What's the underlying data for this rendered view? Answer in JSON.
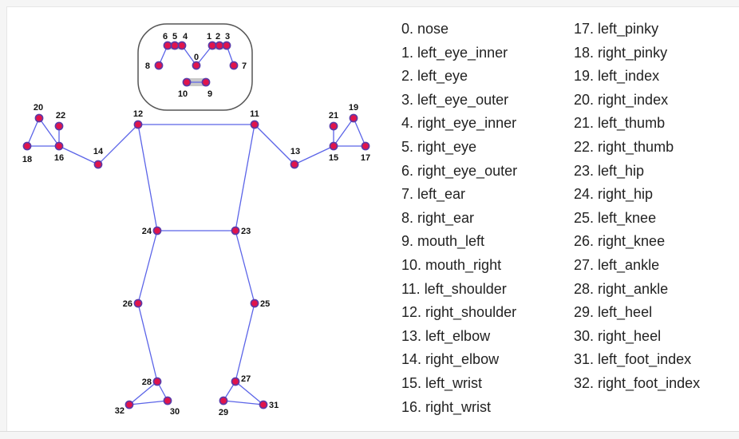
{
  "diagram": {
    "colors": {
      "bone": "#5b64e8",
      "keypoint_fill": "#e0144c",
      "keypoint_ring": "#5a3aa8",
      "face_box_stroke": "#555555",
      "mouth_fill": "#c8c8c8"
    },
    "keypoints": [
      {
        "id": 0,
        "label": "0"
      },
      {
        "id": 1,
        "label": "1"
      },
      {
        "id": 2,
        "label": "2"
      },
      {
        "id": 3,
        "label": "3"
      },
      {
        "id": 4,
        "label": "4"
      },
      {
        "id": 5,
        "label": "5"
      },
      {
        "id": 6,
        "label": "6"
      },
      {
        "id": 7,
        "label": "7"
      },
      {
        "id": 8,
        "label": "8"
      },
      {
        "id": 9,
        "label": "9"
      },
      {
        "id": 10,
        "label": "10"
      },
      {
        "id": 11,
        "label": "11"
      },
      {
        "id": 12,
        "label": "12"
      },
      {
        "id": 13,
        "label": "13"
      },
      {
        "id": 14,
        "label": "14"
      },
      {
        "id": 15,
        "label": "15"
      },
      {
        "id": 16,
        "label": "16"
      },
      {
        "id": 17,
        "label": "17"
      },
      {
        "id": 18,
        "label": "18"
      },
      {
        "id": 19,
        "label": "19"
      },
      {
        "id": 20,
        "label": "20"
      },
      {
        "id": 21,
        "label": "21"
      },
      {
        "id": 22,
        "label": "22"
      },
      {
        "id": 23,
        "label": "23"
      },
      {
        "id": 24,
        "label": "24"
      },
      {
        "id": 25,
        "label": "25"
      },
      {
        "id": 26,
        "label": "26"
      },
      {
        "id": 27,
        "label": "27"
      },
      {
        "id": 28,
        "label": "28"
      },
      {
        "id": 29,
        "label": "29"
      },
      {
        "id": 30,
        "label": "30"
      },
      {
        "id": 31,
        "label": "31"
      },
      {
        "id": 32,
        "label": "32"
      }
    ],
    "connections": [
      [
        0,
        4
      ],
      [
        4,
        5
      ],
      [
        5,
        6
      ],
      [
        6,
        8
      ],
      [
        0,
        1
      ],
      [
        1,
        2
      ],
      [
        2,
        3
      ],
      [
        3,
        7
      ],
      [
        9,
        10
      ],
      [
        11,
        12
      ],
      [
        11,
        13
      ],
      [
        13,
        15
      ],
      [
        15,
        17
      ],
      [
        15,
        19
      ],
      [
        15,
        21
      ],
      [
        17,
        19
      ],
      [
        12,
        14
      ],
      [
        14,
        16
      ],
      [
        16,
        18
      ],
      [
        16,
        20
      ],
      [
        16,
        22
      ],
      [
        18,
        20
      ],
      [
        11,
        23
      ],
      [
        12,
        24
      ],
      [
        23,
        24
      ],
      [
        23,
        25
      ],
      [
        25,
        27
      ],
      [
        27,
        29
      ],
      [
        27,
        31
      ],
      [
        29,
        31
      ],
      [
        24,
        26
      ],
      [
        26,
        28
      ],
      [
        28,
        30
      ],
      [
        28,
        32
      ],
      [
        30,
        32
      ]
    ]
  },
  "legend": {
    "column1": [
      "0. nose",
      "1. left_eye_inner",
      "2. left_eye",
      "3. left_eye_outer",
      "4. right_eye_inner",
      "5. right_eye",
      "6. right_eye_outer",
      "7. left_ear",
      "8. right_ear",
      "9. mouth_left",
      "10. mouth_right",
      "11. left_shoulder",
      "12. right_shoulder",
      "13. left_elbow",
      "14. right_elbow",
      "15. left_wrist",
      "16. right_wrist"
    ],
    "column2": [
      "17. left_pinky",
      "18. right_pinky",
      "19. left_index",
      "20. right_index",
      "21. left_thumb",
      "22. right_thumb",
      "23. left_hip",
      "24. right_hip",
      "25. left_knee",
      "26. right_knee",
      "27. left_ankle",
      "28. right_ankle",
      "29. left_heel",
      "30. right_heel",
      "31. left_foot_index",
      "32. right_foot_index"
    ]
  }
}
